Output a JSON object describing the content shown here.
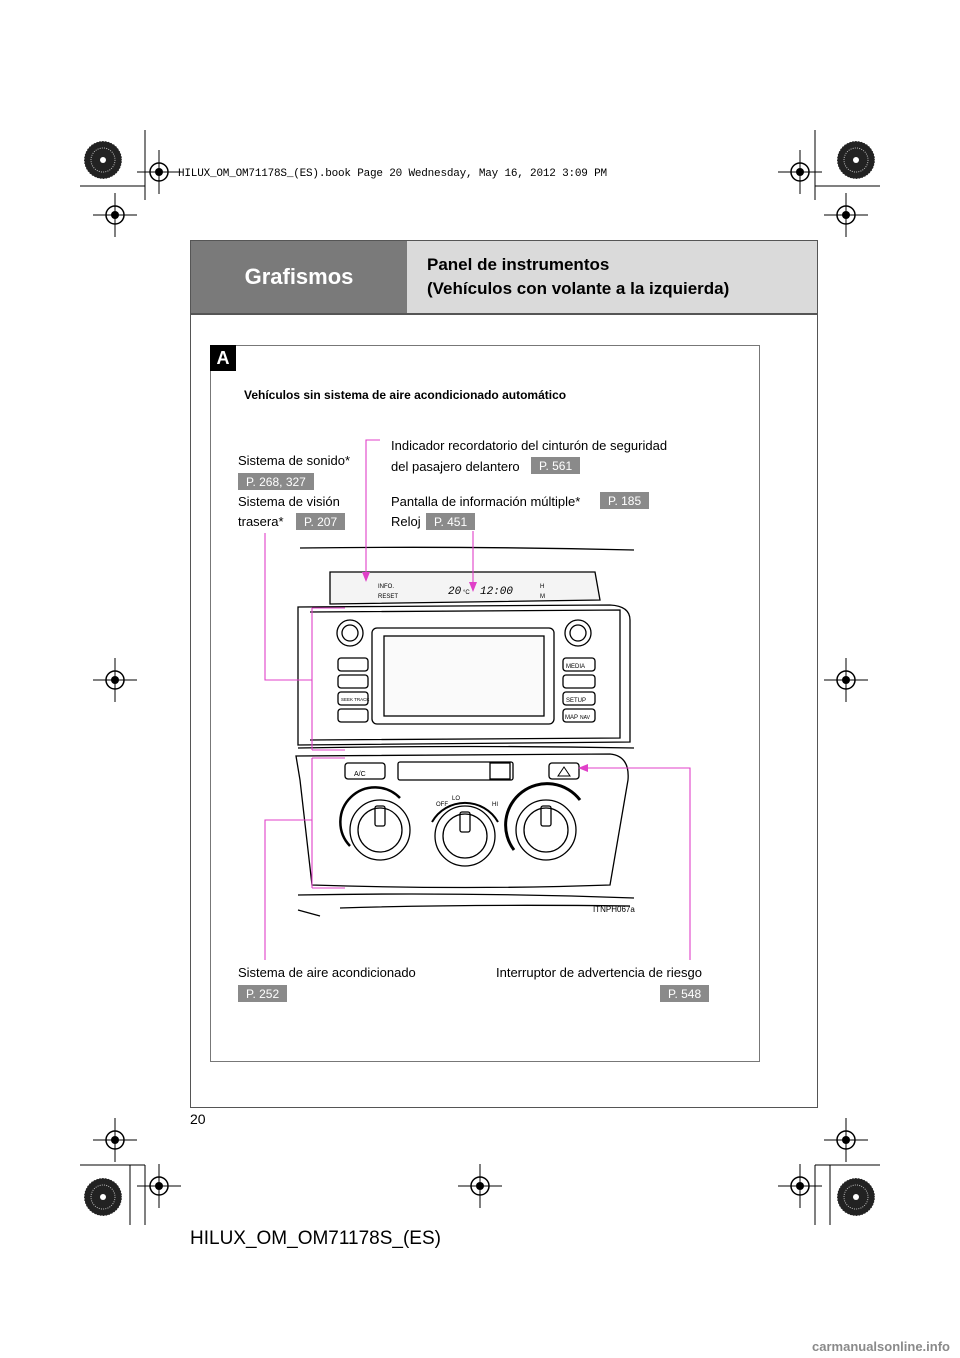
{
  "book_line": "HILUX_OM_OM71178S_(ES).book  Page 20  Wednesday, May 16, 2012  3:09 PM",
  "header": {
    "section": "Grafismos",
    "title_line1": "Panel de instrumentos",
    "title_line2": "(Vehículos con volante a la izquierda)"
  },
  "figure": {
    "badge": "A",
    "subtitle": "Vehículos sin sistema de aire acondicionado automático",
    "image_code": "ITNPH067a",
    "display_temp": "20",
    "display_unit": "°C",
    "display_clock": "12:00",
    "buttons": {
      "info": "INFO.",
      "reset": "RESET",
      "media": "MEDIA",
      "setup": "SETUP",
      "map": "MAP",
      "nav": "NAV",
      "seek_track": "SEEK TRACK",
      "ac": "A/C",
      "h": "H",
      "m": "M",
      "off": "OFF",
      "lo": "LO",
      "hi": "HI"
    }
  },
  "callouts": {
    "sound": {
      "label": "Sistema de sonido",
      "page": "P. 268, 327"
    },
    "rear_view": {
      "label_line1": "Sistema de visión",
      "label_line2": "trasera",
      "page": "P. 207"
    },
    "seatbelt": {
      "label_line1": "Indicador recordatorio del cinturón de seguridad",
      "label_line2": "del pasajero delantero",
      "page": "P. 561"
    },
    "multi_info": {
      "label": "Pantalla de información múltiple",
      "page": "P. 185"
    },
    "clock": {
      "label": "Reloj",
      "page": "P. 451"
    },
    "air_conditioning": {
      "label": "Sistema de aire acondicionado",
      "page": "P. 252"
    },
    "hazard": {
      "label": "Interruptor de advertencia de riesgo",
      "page": "P. 548"
    },
    "asterisk": "*"
  },
  "page_number": "20",
  "footer": "HILUX_OM_OM71178S_(ES)",
  "watermark": "carmanualsonline.info",
  "colors": {
    "leader": "#e040c8",
    "header_dark": "#7a7a7a",
    "header_light": "#dadada",
    "page_badge": "#8a8a8a"
  }
}
